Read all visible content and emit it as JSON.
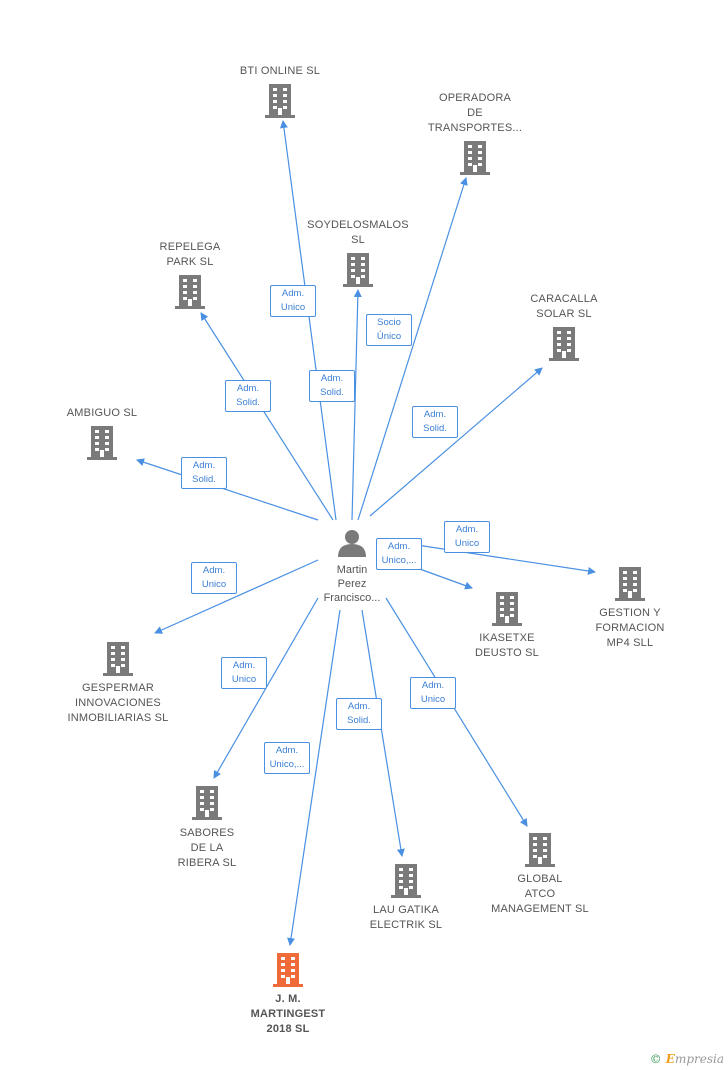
{
  "colors": {
    "edge": "#4a90e2",
    "building": "#7a7a7a",
    "building_highlight": "#f06a3a",
    "person": "#7a7a7a"
  },
  "center": {
    "name": "Martin\nPerez\nFrancisco..."
  },
  "companies": [
    {
      "id": "bti",
      "name": "BTI ONLINE SL",
      "relation": "Adm.\nUnico",
      "highlight": false
    },
    {
      "id": "operadora",
      "name": "OPERADORA\nDE\nTRANSPORTES...",
      "relation": "Socio\nÚnico",
      "highlight": false
    },
    {
      "id": "soydelos",
      "name": "SOYDELOSMALOS\nSL",
      "relation": "Adm.\nSolid.",
      "highlight": false
    },
    {
      "id": "repelega",
      "name": "REPELEGA\nPARK  SL",
      "relation": "Adm.\nSolid.",
      "highlight": false
    },
    {
      "id": "caracalla",
      "name": "CARACALLA\nSOLAR SL",
      "relation": "Adm.\nSolid.",
      "highlight": false
    },
    {
      "id": "ambiguo",
      "name": "AMBIGUO SL",
      "relation": "Adm.\nSolid.",
      "highlight": false
    },
    {
      "id": "gestion",
      "name": "GESTION Y\nFORMACION\nMP4  SLL",
      "relation": "Adm.\nUnico",
      "highlight": false
    },
    {
      "id": "ikasetxe",
      "name": "IKASETXE\nDEUSTO  SL",
      "relation": "Adm.\nUnico,...",
      "highlight": false
    },
    {
      "id": "gespermar",
      "name": "GESPERMAR\nINNOVACIONES\nINMOBILIARIAS SL",
      "relation": "Adm.\nUnico",
      "highlight": false
    },
    {
      "id": "sabores",
      "name": "SABORES\nDE LA\nRIBERA  SL",
      "relation": "Adm.\nUnico",
      "highlight": false
    },
    {
      "id": "martingest",
      "name": "J.  M.\nMARTINGEST\n2018  SL",
      "relation": "Adm.\nUnico,...",
      "highlight": true
    },
    {
      "id": "lau",
      "name": "LAU GATIKA\nELECTRIK  SL",
      "relation": "Adm.\nSolid.",
      "highlight": false
    },
    {
      "id": "global",
      "name": "GLOBAL\nATCO\nMANAGEMENT SL",
      "relation": "Adm.\nUnico",
      "highlight": false
    }
  ],
  "footer": {
    "copyright_symbol": "©",
    "brand_initial": "E",
    "brand_rest": "mpresia"
  }
}
